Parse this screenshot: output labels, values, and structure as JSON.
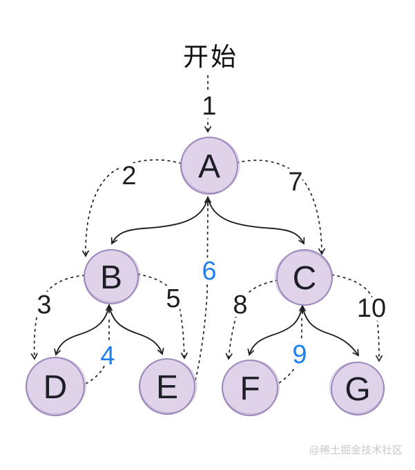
{
  "title": "开始",
  "watermark": "@稀土掘金技术社区",
  "colors": {
    "background": "#ffffff",
    "node_fill": "#ded3e9",
    "node_stroke": "#9d89bd",
    "line": "#1f1f1f",
    "step_black": "#1f1f1f",
    "step_blue": "#1e80f0",
    "watermark": "#c9c9c9"
  },
  "nodes": [
    {
      "id": "A",
      "label": "A"
    },
    {
      "id": "B",
      "label": "B"
    },
    {
      "id": "C",
      "label": "C"
    },
    {
      "id": "D",
      "label": "D"
    },
    {
      "id": "E",
      "label": "E"
    },
    {
      "id": "F",
      "label": "F"
    },
    {
      "id": "G",
      "label": "G"
    }
  ],
  "tree_edges": [
    [
      "A",
      "B"
    ],
    [
      "A",
      "C"
    ],
    [
      "B",
      "D"
    ],
    [
      "B",
      "E"
    ],
    [
      "C",
      "F"
    ],
    [
      "C",
      "G"
    ]
  ],
  "steps": [
    {
      "n": 1,
      "label": "1",
      "from": "开始",
      "to": "A",
      "color": "black"
    },
    {
      "n": 2,
      "label": "2",
      "from": "A",
      "to": "B",
      "color": "black"
    },
    {
      "n": 3,
      "label": "3",
      "from": "B",
      "to": "D",
      "color": "black"
    },
    {
      "n": 4,
      "label": "4",
      "from": "D",
      "to": "B",
      "color": "blue"
    },
    {
      "n": 5,
      "label": "5",
      "from": "B",
      "to": "E",
      "color": "black"
    },
    {
      "n": 6,
      "label": "6",
      "from": "E",
      "to": "A",
      "color": "blue"
    },
    {
      "n": 7,
      "label": "7",
      "from": "A",
      "to": "C",
      "color": "black"
    },
    {
      "n": 8,
      "label": "8",
      "from": "C",
      "to": "F",
      "color": "black"
    },
    {
      "n": 9,
      "label": "9",
      "from": "F",
      "to": "C",
      "color": "blue"
    },
    {
      "n": 10,
      "label": "10",
      "from": "C",
      "to": "G",
      "color": "black"
    }
  ]
}
